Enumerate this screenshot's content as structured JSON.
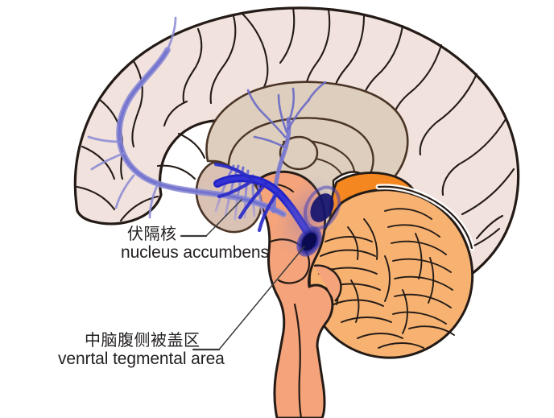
{
  "figure": {
    "name": "brain-sagittal-reward-pathway",
    "background_color": "#ffffff"
  },
  "labels": [
    {
      "id": "nucleus-accumbens",
      "chinese": "伏隔核",
      "english": "nucleus accumbens",
      "text_color": "#231f20"
    },
    {
      "id": "ventral-tegmental-area",
      "chinese": "中脑腹侧被盖区",
      "english": "venrtal tegmental area",
      "text_color": "#231f20"
    }
  ],
  "anatomy": {
    "cerebral_cortex": {
      "name": "cerebral-cortex",
      "fill": "#f1e2de",
      "stroke": "#241b16"
    },
    "corpus_callosum": {
      "name": "corpus-callosum-diencephalon",
      "fill": "#ddcebd",
      "stroke": "#4a3425"
    },
    "thalamus_ring": {
      "name": "thalamus-ring",
      "fill": "#ddcebd",
      "stroke": "#4a3425"
    },
    "midbrain_orange": {
      "name": "midbrain-tectum",
      "fill": "#f4871f",
      "stroke": "#241b16"
    },
    "cerebellum": {
      "name": "cerebellum",
      "fill": "#f7b272",
      "stroke": "#241b16"
    },
    "brainstem": {
      "name": "brainstem-spinal-cord",
      "fill": "#f4a37a",
      "stroke": "#241b16"
    },
    "nucleus_accumbens_bulb": {
      "name": "nucleus-accumbens-structure",
      "fill": "#d9c2b4",
      "stroke": "#4a3425"
    },
    "mesolimbic_pathway": {
      "name": "mesolimbic-dopamine-pathway",
      "stroke_light": "#8a8ad6",
      "stroke_dark": "#2222c8"
    },
    "vta_nucleus": {
      "name": "ventral-tegmental-area-nucleus",
      "fill": "#14146e"
    },
    "leader_lines": {
      "name": "leader-line",
      "stroke": "#3a3a3a"
    }
  }
}
